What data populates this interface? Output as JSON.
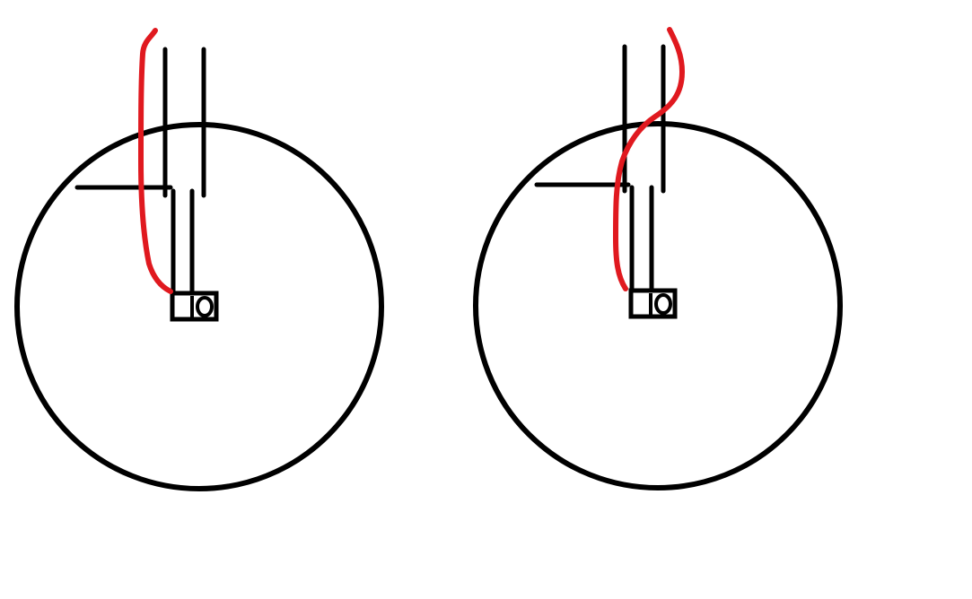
{
  "colors": {
    "background": "#ffffff",
    "outline": "#000000",
    "wire": "#e0191f"
  },
  "panels": [
    {
      "id": "left",
      "wire_path": "straight-down-left-of-tube"
    },
    {
      "id": "right",
      "wire_path": "crosses-over-tube-then-down"
    }
  ]
}
